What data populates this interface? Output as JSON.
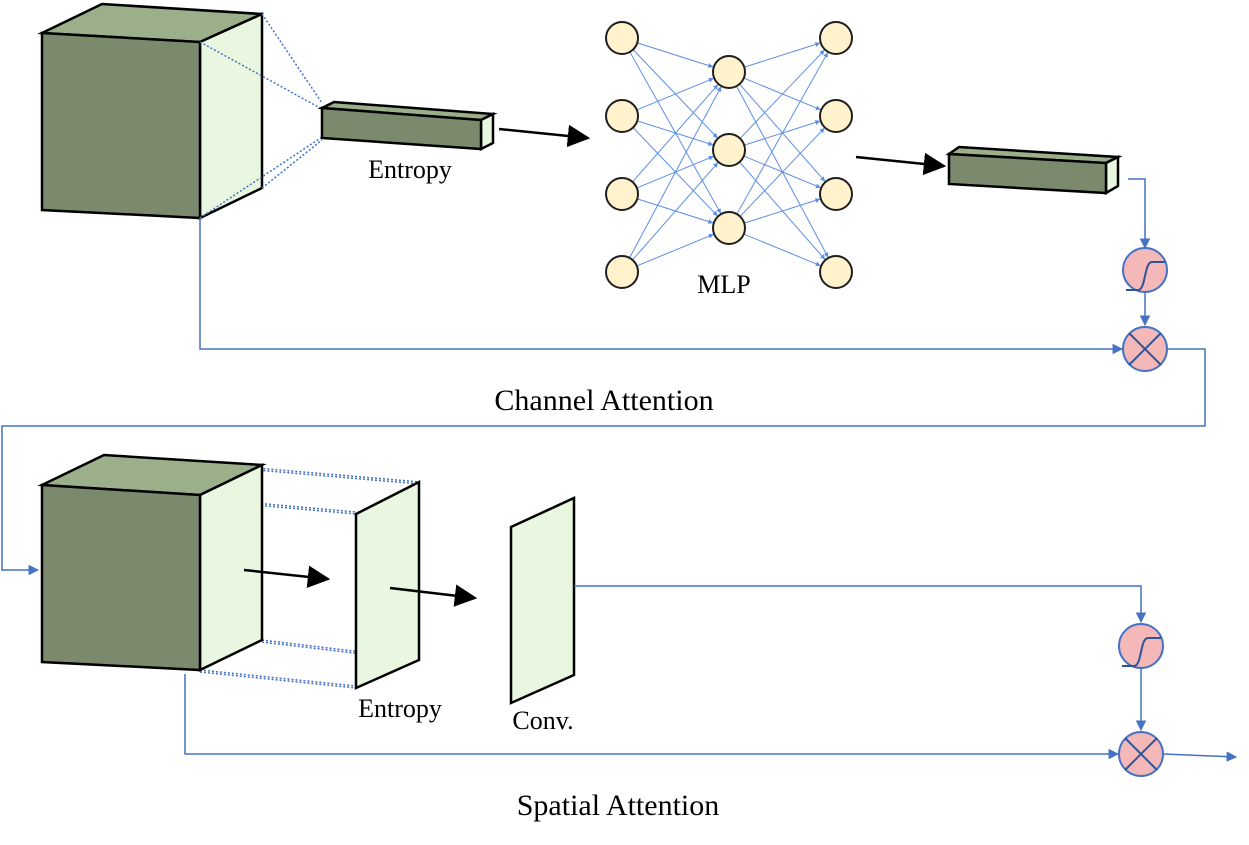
{
  "labels": {
    "channel_entropy": "Entropy",
    "mlp": "MLP",
    "channel_attention": "Channel Attention",
    "spatial_entropy": "Entropy",
    "conv": "Conv.",
    "spatial_attention": "Spatial Attention"
  },
  "colors": {
    "cube_front": "#7b8a6c",
    "cube_top": "#9bb08a",
    "cube_side": "#e9f7e0",
    "neuron_fill": "#fff2cc",
    "neuron_stroke": "#1f1f1f",
    "mlp_edges": "#5b8ee6",
    "connector": "#4472c4",
    "op_fill": "#f4b8b8",
    "op_stroke": "#4472c4",
    "arrow": "#000000"
  },
  "mlp_layers": [
    4,
    3,
    4
  ],
  "icons": {
    "sigmoid": "sigmoid-icon",
    "multiply": "multiply-icon"
  }
}
